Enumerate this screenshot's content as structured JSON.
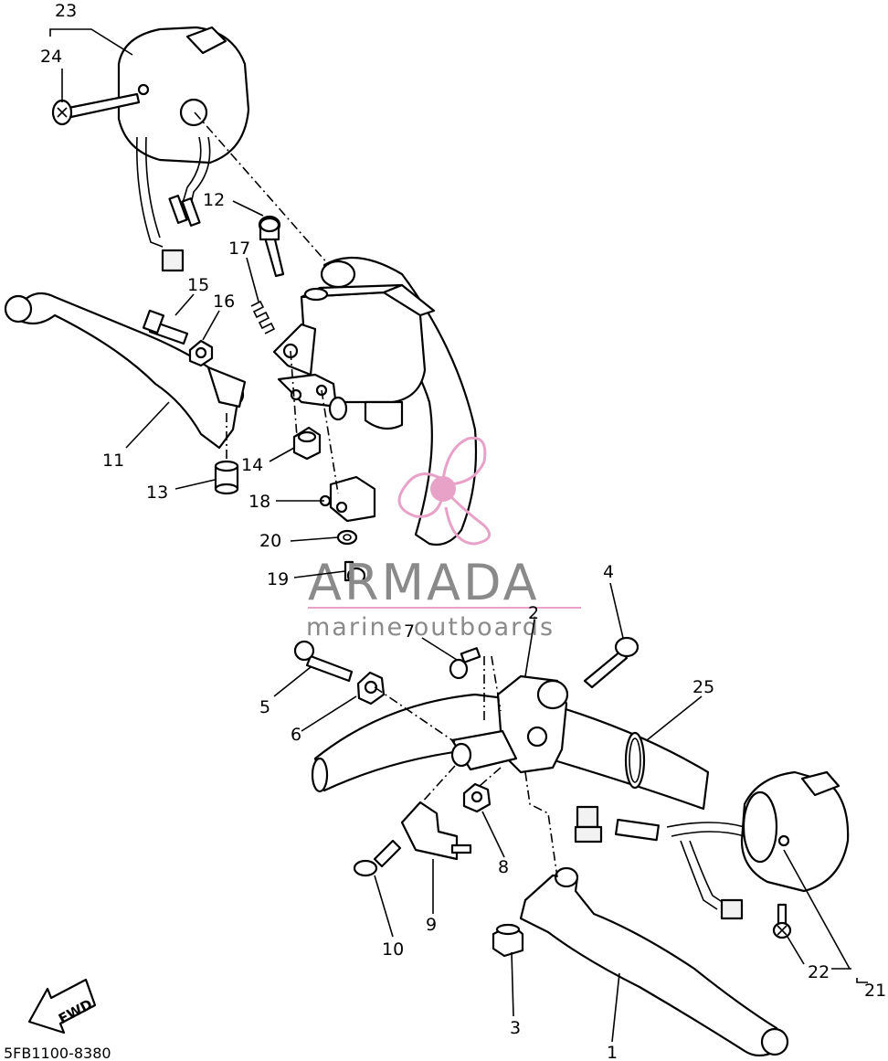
{
  "diagram_code": "5FB1100-8380",
  "fwd_label": "FWD",
  "watermark": {
    "brand": "ARMADA",
    "tagline": "marine outboards",
    "brand_color": "#8a8a8a",
    "logo_color": "#e8a2c8"
  },
  "callouts": [
    "1",
    "2",
    "3",
    "4",
    "5",
    "6",
    "7",
    "8",
    "9",
    "10",
    "11",
    "12",
    "13",
    "14",
    "15",
    "16",
    "17",
    "18",
    "19",
    "20",
    "21",
    "22",
    "23",
    "24",
    "25"
  ]
}
